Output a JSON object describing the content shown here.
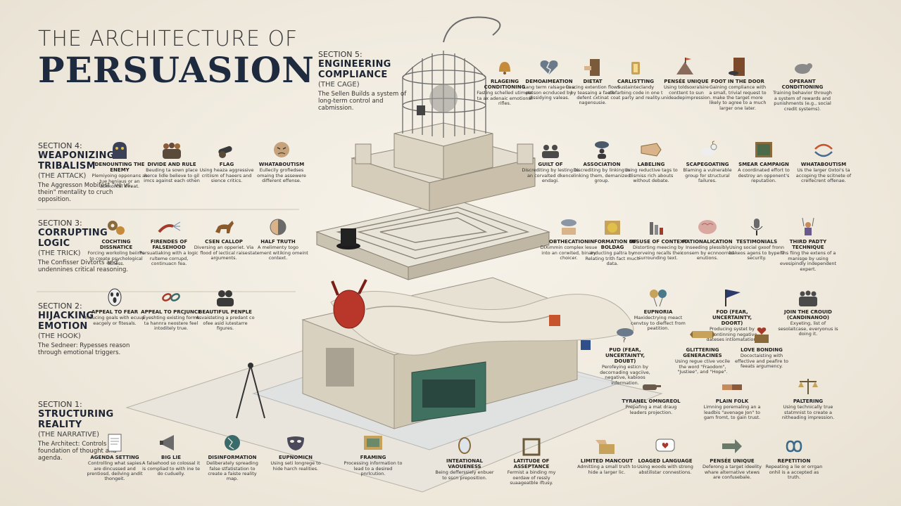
{
  "title": {
    "line1": "THE ARCHITECTURE OF",
    "line2": "PERSUASION"
  },
  "sections": [
    {
      "id": "s5",
      "label": "SECTION 5:",
      "title": "ENGINEERING COMPLIANCE",
      "subtitle": "(THE CAGE)",
      "desc": "The Sellen Builds a system of long-term control and cabmission."
    },
    {
      "id": "s4",
      "label": "SECTION 4:",
      "title": "WEAPONIZING TRIBALISM",
      "subtitle": "(THE ATTACK)",
      "desc": "The Aggresson Mobifest \"ve vs, thein\" mentality to cruch opposition."
    },
    {
      "id": "s3",
      "label": "SECTION 3:",
      "title": "CORRUPTING LOGIC",
      "subtitle": "(THE TRICK)",
      "desc": "The Confisser Divtorts and undennines critical reasoning."
    },
    {
      "id": "s2",
      "label": "SECTION 2:",
      "title": "HIJACKING EMOTION",
      "subtitle": "(THE HOOK)",
      "desc": "The Sedneer: Rypesses reason through emotional triggers."
    },
    {
      "id": "s1",
      "label": "SECTION 1:",
      "title": "STRUCTURING REALITY",
      "subtitle": "(THE NARRATIVE)",
      "desc": "The Architect: Controls the foundation of thought and agenda."
    }
  ],
  "items": {
    "s5": [
      {
        "name": "RLAGEING CONDITIONING",
        "desc": "Fasting schelled utimete ta ax adenaic emotional rifles.",
        "icon": "bell-icon"
      },
      {
        "name": "DEMOAIMEATION",
        "desc": "Lang term ralsage in a petson ecnduced by dissidying valeas.",
        "icon": "broken-heart-icon"
      },
      {
        "name": "DIETAT",
        "desc": "Cascing extention flows by teasaing a faeth defent cxtinat nagensusie.",
        "icon": "door-hand-icon"
      },
      {
        "name": "CARLISTTING",
        "desc": "Sustainteclandy clefarbing code in one t coat party and reality.",
        "icon": "lantern-icon"
      },
      {
        "name": "PENSÉE UNIQUE",
        "desc": "Using toldsoxralsire conttent to sun unideadepimpression.",
        "icon": "mountain-flag-icon"
      },
      {
        "name": "FOOT IN THE DOOR",
        "desc": "Gaining compliance with a small, trivial request to make the target more likely to agree to a much larger one later.",
        "icon": "foot-door-icon"
      },
      {
        "name": "OPERANT CONDITIONING",
        "desc": "Training behavior through a system of rewards and punishments (e.g., social credit systems).",
        "icon": "rat-icon"
      }
    ],
    "s4": [
      {
        "name": "DENOUNTING THE ENEMY",
        "desc": "Plemiyoing opponans as tue heniaus or an acimontal threat.",
        "icon": "monster-icon"
      },
      {
        "name": "DIVIDE AND RULE",
        "desc": "Beuding ta sown place herce lidle believe to gil imcs against each othen",
        "icon": "crowd-icon"
      },
      {
        "name": "FLAG",
        "desc": "Using heaza aggressive critiism of haeers and sience critics.",
        "icon": "cannon-icon"
      },
      {
        "name": "WHATABOUTISM",
        "desc": "Eullecily grofiedses omaing the assewere different effense.",
        "icon": "angry-face-icon"
      },
      {
        "name": "GUILT OF",
        "desc": "Discrediting by lesting to an corvalted dkence endagi.",
        "icon": "people-talk-icon"
      },
      {
        "name": "ASSOCIATION",
        "desc": "Discrediting by linking to linking them, demanized group.",
        "icon": "cloud-person-icon"
      },
      {
        "name": "LABELING",
        "desc": "Using reductive tags to dismiss rich abouts without debate.",
        "icon": "tag-icon"
      },
      {
        "name": "SCAPEGOATING",
        "desc": "Blaming a vulnerable group for structural failures.",
        "icon": "goat-icon"
      },
      {
        "name": "SMEAR CAMPAIGN",
        "desc": "A coordinated effort to destroy an opponent's reputation.",
        "icon": "portrait-icon"
      },
      {
        "name": "WHATABOUTISM",
        "desc": "Us the larger Oxtoi's ta accoping the scitnete of crelfecrent offenae.",
        "icon": "arrows-hand-icon"
      }
    ],
    "s3": [
      {
        "name": "COCHTING DISSNATICE",
        "desc": "Forcing workoling beiirhs to create psychological litness.",
        "icon": "gears-icon"
      },
      {
        "name": "FIRENDES OF FALSEHOOD",
        "desc": "Persuatiaking with a logic rulteme corrupd, continuacn fea.",
        "icon": "hose-icon"
      },
      {
        "name": "CSEN CALLOP",
        "desc": "Diversing an opperiet. Via flood of iectical raise arguments.",
        "icon": "horse-icon"
      },
      {
        "name": "HALF TRUTH",
        "desc": "A melimenty togo statement witiking omeint context.",
        "icon": "half-circle-icon"
      },
      {
        "name": "OBTHECATION",
        "desc": "DIXimmin complex lesue into an corwited, binary choicer.",
        "icon": "cloud-box-icon"
      },
      {
        "name": "INFORMATION OF BOLDAG",
        "desc": "Inducting paltra by Relating trith fact much data.",
        "icon": "smile-box-icon"
      },
      {
        "name": "MISUSE OF CONTEXT",
        "desc": "Distorting meecing by morveing recalls their surrounding text.",
        "icon": "bar-chart-icon"
      },
      {
        "name": "RATIONALICATION",
        "desc": "Inseeding plessibly consem by ecnnoorred enutions.",
        "icon": "brain-icon"
      },
      {
        "name": "TESTIMONIALS",
        "desc": "Using social gxoof fronn bakeos agens to bypere security.",
        "icon": "microphone-icon"
      },
      {
        "name": "THIRD PADTY TECHNIQUE",
        "desc": "Ths fiing the extens of a manisge by using evesipindly independent expert.",
        "icon": "puppet-icon"
      }
    ],
    "s2": [
      {
        "name": "APPEAL TO FEAR",
        "desc": "Inducing goals with ecuup eacgely or fitesals.",
        "icon": "scream-icon"
      },
      {
        "name": "APPEAL TO PRCJUNCE",
        "desc": "Eyeshting existing forms ta hannra neostere feel intoditely true.",
        "icon": "chain-icon"
      },
      {
        "name": "BEAUTIFUL PENPLE",
        "desc": "Asvaisteting a predant co ofee asid iutestarre figures.",
        "icon": "couple-icon"
      },
      {
        "name": "EUPNORIA",
        "desc": "Maxidectrying meact cenvtsy to dieffect from peatition.",
        "icon": "balloons-icon"
      },
      {
        "name": "FOD (FEAR, UNCERTAINTY, DOORT)",
        "desc": "Producing systet by sitaontinning negative, dateses intlomatation.",
        "icon": "flag-icon"
      },
      {
        "name": "JOIN THE CROUID (CANDINANOO)",
        "desc": "Exyeting, list of sesolaitcase, everyonus is doing it.",
        "icon": "crowd2-icon"
      },
      {
        "name": "PUD (FEAR, UNCERTAINTY, DOUBT)",
        "desc": "Perofeying esticn by decornading vagciive, negative, kabioos information.",
        "icon": "storm-cloud-icon"
      },
      {
        "name": "GLITTERING GENERACINES",
        "desc": "Using regue ctive vocile the word \"Fraodom\", \"Justiee\", and \"Hope\".",
        "icon": "banner-icon"
      },
      {
        "name": "LOVE BONDING",
        "desc": "Dococtaisting with effective and peafire to feeats argumency.",
        "icon": "heart-box-icon"
      }
    ],
    "s1": [
      {
        "name": "AGENDA SETTING",
        "desc": "Controlling what sapies are dincussed and prentiosd, deilving andit thongeit.",
        "icon": "document-icon"
      },
      {
        "name": "BIG LIE",
        "desc": "A falsehood so colossal it is compliad to with ine te do cuduelly.",
        "icon": "megaphone-icon"
      },
      {
        "name": "DISINFORMATION",
        "desc": "Deliberately spreading false stfatistation to create a faiste reality map.",
        "icon": "cracked-globe-icon"
      },
      {
        "name": "EUPNOMICN",
        "desc": "Using seti longrege to hide harch realities.",
        "icon": "mask-icon"
      },
      {
        "name": "FRAMING",
        "desc": "Processing information to lead to a desired pnrlcution.",
        "icon": "frame-icon"
      },
      {
        "name": "INTEATIONAL VAOUENESS",
        "desc": "Being defferssiely enbuer to sscn preposition.",
        "icon": "mirror-icon"
      },
      {
        "name": "LATITUDE OF ASSEPTANCE",
        "desc": "Fermist a binding my oerdaw of ressly suaageatble iftusy.",
        "icon": "square-frame-icon"
      },
      {
        "name": "LIMITED MANCOUT",
        "desc": "Admitting a small truth to hide a larger lic.",
        "icon": "open-box-icon"
      },
      {
        "name": "LOAGED LANGUAGE",
        "desc": "Using woods with strong abstilistar connestions.",
        "icon": "speech-heart-icon"
      },
      {
        "name": "PENSÉE UNIQUE",
        "desc": "Deferong a target ideelity whare alternative vtews are confusebale.",
        "icon": "arrow-right-icon"
      },
      {
        "name": "REPETITION",
        "desc": "Repeating a lie or orrgan onhil is a accepted as truth.",
        "icon": "infinity-icon"
      },
      {
        "name": "TYRANEL OMNGREOL",
        "desc": "Prepafing a mat draug leaders projection.",
        "icon": "pointing-hand-icon"
      },
      {
        "name": "PLAIN FOLK",
        "desc": "Limning poremaling an a leadbis \"avenage Jon\" to gam fromt, to gain trust.",
        "icon": "handshake-icon"
      },
      {
        "name": "PALTERING",
        "desc": "Using technically true statmnist to create a nitheading impression.",
        "icon": "scales-icon"
      }
    ]
  },
  "colors": {
    "accent": "#1e2a3e",
    "paper": "#f1ece1",
    "heart": "#b8362a"
  }
}
